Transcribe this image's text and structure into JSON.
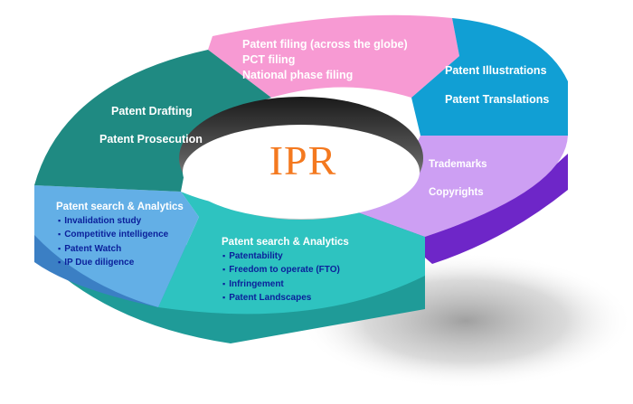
{
  "center": {
    "label": "IPR"
  },
  "segments": {
    "filing": {
      "color": "#f79ad3",
      "lines": [
        "Patent filing  (across the globe)",
        "PCT filing",
        "National phase filing"
      ]
    },
    "illustrations": {
      "color": "#119fd4",
      "lines": [
        "Patent Illustrations",
        "Patent Translations"
      ]
    },
    "trademarks": {
      "color": "#cd9ff3",
      "lines": [
        "Trademarks",
        "Copyrights"
      ]
    },
    "search_bottom": {
      "color": "#2ec3c0",
      "title": "Patent search & Analytics",
      "items": [
        "Patentability",
        "Freedom to operate (FTO)",
        "Infringement",
        "Patent Landscapes"
      ]
    },
    "search_left": {
      "color": "#63afe6",
      "title": "Patent search & Analytics",
      "items": [
        "Invalidation study",
        "Competitive intelligence",
        "Patent Watch",
        "IP Due diligence"
      ]
    },
    "drafting": {
      "color": "#1f8a82",
      "lines": [
        "Patent Drafting",
        "Patent  Prosecution"
      ]
    }
  },
  "colors": {
    "item_text": "#0a1f9a",
    "center_text": "#f4791f",
    "segment_text": "#ffffff"
  }
}
